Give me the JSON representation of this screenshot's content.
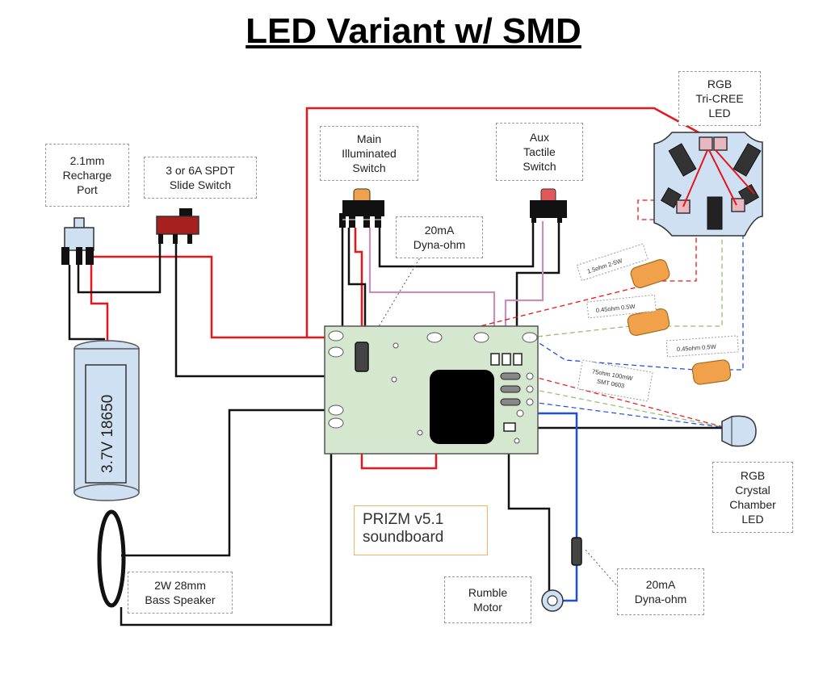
{
  "title": "LED Variant w/ SMD",
  "labels": {
    "recharge_port": "2.1mm\nRecharge\nPort",
    "slide_switch": "3 or 6A  SPDT\nSlide Switch",
    "main_switch": "Main\nIlluminated\nSwitch",
    "aux_switch": "Aux\nTactile\nSwitch",
    "tri_cree": "RGB\nTri-CREE\nLED",
    "dyna_ohm_top": "20mA\nDyna-ohm",
    "crystal_led": "RGB\nCrystal\nChamber\nLED",
    "speaker": "2W 28mm\nBass Speaker",
    "rumble": "Rumble\nMotor",
    "dyna_ohm_bottom": "20mA\nDyna-ohm",
    "soundboard": "PRIZM v5.1\nsoundboard"
  },
  "battery_label": "3.7V 18650",
  "resistors": {
    "r1": "1.5ohm 2-5W",
    "r2": "0.45ohm 0.5W",
    "r3": "0.45ohm 0.5W",
    "smd": "75ohm 100mW\nSMT 0603"
  },
  "colors": {
    "wire_red": "#e8151a",
    "wire_black": "#111111",
    "wire_pink": "#c78fba",
    "wire_green": "#8fbf6a",
    "wire_blue": "#1f4fe0",
    "board": "#d5e8cf",
    "resistor": "#f0a14a",
    "led_base": "#cfe0f3"
  }
}
